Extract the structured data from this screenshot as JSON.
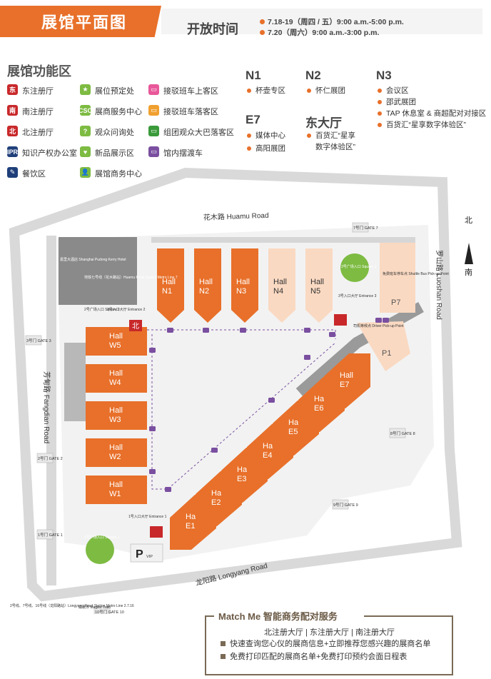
{
  "header": {
    "title": "展馆平面图",
    "open_label": "开放时间",
    "hours": [
      "7.18-19（周四 / 五）9:00 a.m.-5:00 p.m.",
      "7.20（周六）9:00 a.m.-3:00 p.m."
    ]
  },
  "legend": {
    "title": "展馆功能区",
    "items": [
      {
        "icon": "东",
        "color": "#c8282a",
        "label": "东注册厅",
        "name": "east-registration-icon"
      },
      {
        "icon": "南",
        "color": "#c8282a",
        "label": "南注册厅",
        "name": "south-registration-icon"
      },
      {
        "icon": "北",
        "color": "#c8282a",
        "label": "北注册厅",
        "name": "north-registration-icon"
      },
      {
        "icon": "IPR",
        "color": "#1f3f7a",
        "label": "知识产权办公室",
        "name": "ipr-office-icon"
      },
      {
        "icon": "✎",
        "color": "#1f3f7a",
        "label": "餐饮区",
        "name": "dining-icon"
      },
      {
        "icon": "★",
        "color": "#7dbb42",
        "label": "展位预定处",
        "name": "booth-booking-icon"
      },
      {
        "icon": "CSC",
        "color": "#7dbb42",
        "label": "展商服务中心",
        "name": "exhibitor-service-icon"
      },
      {
        "icon": "?",
        "color": "#7dbb42",
        "label": "观众问询处",
        "name": "visitor-info-icon"
      },
      {
        "icon": "♥",
        "color": "#7dbb42",
        "label": "新品展示区",
        "name": "new-products-icon"
      },
      {
        "icon": "👤",
        "color": "#7dbb42",
        "label": "展馆商务中心",
        "name": "business-center-icon"
      },
      {
        "icon": "▭",
        "color": "#e8589a",
        "label": "接驳班车上客区",
        "name": "shuttle-pickup-icon"
      },
      {
        "icon": "▭",
        "color": "#f0a030",
        "label": "接驳班车落客区",
        "name": "shuttle-dropoff-icon"
      },
      {
        "icon": "▭",
        "color": "#3a9a3a",
        "label": "组团观众大巴落客区",
        "name": "group-bus-icon"
      },
      {
        "icon": "▭",
        "color": "#7a4fa0",
        "label": "馆内摆渡车",
        "name": "shuttle-internal-icon"
      }
    ]
  },
  "hall_functions": {
    "N1": {
      "head": "N1",
      "items": [
        "杯壶专区"
      ]
    },
    "N2": {
      "head": "N2",
      "items": [
        "怀仁展团"
      ]
    },
    "N3": {
      "head": "N3",
      "items": [
        "会议区",
        "邵武展团",
        "TAP 休息室 & 商超配对对接区",
        "百货汇“星享数字体验区”"
      ]
    },
    "E7": {
      "head": "E7",
      "items": [
        "媒体中心",
        "高阳展团"
      ]
    },
    "EastHall": {
      "head": "东大厅",
      "items": [
        "百货汇“星享",
        "数字体验区”"
      ]
    }
  },
  "map": {
    "roads": {
      "huamu": "花木路 Huamu Road",
      "luoshan": "罗山路 Luoshan Road",
      "fangdian": "芳甸路 Fangdian Road",
      "longyang": "龙阳路 Longyang Road"
    },
    "north_label": "北",
    "south_label": "南",
    "halls_north": [
      "N1",
      "N2",
      "N3",
      "N4",
      "N5"
    ],
    "halls_west": [
      "W5",
      "W4",
      "W3",
      "W2",
      "W1"
    ],
    "halls_east": [
      "E1",
      "E2",
      "E3",
      "E4",
      "E5",
      "E6",
      "E7"
    ],
    "hall_word": "Hall",
    "gates": [
      "1号门 GATE 1",
      "2号门 GATE 2",
      "3号门 GATE 3",
      "7号门 GATE 7",
      "8号门 GATE 8",
      "9号门 GATE 9",
      "10号门 GATE 10"
    ],
    "squares": [
      "1号广场入口 Square 1",
      "2号广场入口 Square 2",
      "3号广场入口 Square 3"
    ],
    "entrances": [
      "1号入口大厅 Entrance 1",
      "2号入口大厅 Entrance 2",
      "3号入口大厅 Entrance 3"
    ],
    "p7": "P7",
    "p1": "P1",
    "shuttle_point": "免费班车停车点 Shuttle Bus Pick-up Point",
    "driver_point": "司机等候点 Driver Pick-up Point",
    "kerry": "嘉里大酒店 Shanghai Pudong Kerry Hotel",
    "metro7": "地铁七号线（花木路站）Huamu Road Station Metro Line 7",
    "metro_longyang": "2号线、7号线、16号线（龙阳路站）Longyang Road Station Metro Line 2.7.16",
    "maglev": "磁悬浮 Maglev Train",
    "vip": "VIP",
    "parking": "P"
  },
  "matchme": {
    "title": "Match Me 智能商务配对服务",
    "subtitle": "北注册大厅 | 东注册大厅 | 南注册大厅",
    "items": [
      "快速查询您心仪的展商信息+立即推荐您感兴趣的展商名单",
      "免费打印匹配的展商名单+免费打印预约会面日程表"
    ]
  },
  "colors": {
    "accent": "#e8702a",
    "hall": "#e8702a",
    "hall_light": "#fad9c2",
    "road": "#d9d9d9",
    "green": "#7dbb42",
    "purple": "#7a4fa0"
  }
}
